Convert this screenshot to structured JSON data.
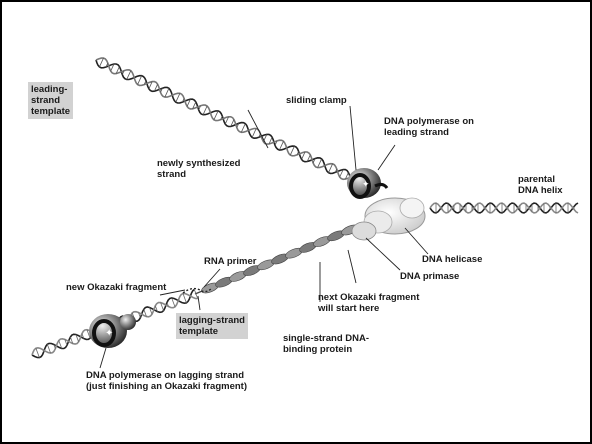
{
  "labels": {
    "leading_template": "leading-\nstrand\ntemplate",
    "newly_synth": "newly synthesized\nstrand",
    "sliding_clamp": "sliding clamp",
    "pol_leading": "DNA polymerase on\nleading strand",
    "parental": "parental\nDNA helix",
    "helicase": "DNA helicase",
    "primase": "DNA primase",
    "next_okazaki": "next Okazaki fragment\nwill start here",
    "rna_primer": "RNA primer",
    "new_okazaki": "new Okazaki fragment",
    "lagging_template": "lagging-strand\ntemplate",
    "ssb": "single-strand DNA-\nbinding protein",
    "pol_lagging": "DNA polymerase on lagging strand",
    "pol_lagging_note": "(just finishing an Okazaki fragment)"
  }
}
